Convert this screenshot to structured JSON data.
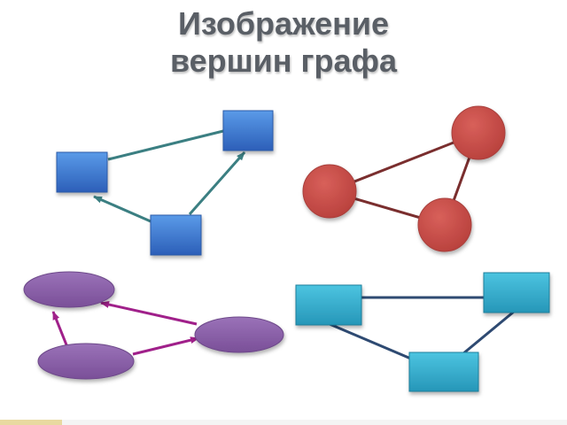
{
  "title": {
    "line1": "Изображение",
    "line2": "вершин графа"
  },
  "colors": {
    "blue_square": "#3a78d4",
    "teal_edge": "#3b7f82",
    "red_circle": "#c94f4b",
    "maroon_edge": "#7a2e2e",
    "purple_ellipse": "#8a5fa8",
    "magenta_edge": "#a0208a",
    "cyan_rect": "#35b0d0",
    "navy_edge": "#2e4a72"
  },
  "graphs": [
    {
      "name": "blue-square-graph",
      "vertex_shape": "square",
      "directed": true,
      "vertices": 3,
      "edges": 3
    },
    {
      "name": "red-circle-graph",
      "vertex_shape": "circle",
      "directed": false,
      "vertices": 3,
      "edges": 3
    },
    {
      "name": "purple-ellipse-graph",
      "vertex_shape": "ellipse",
      "directed": true,
      "vertices": 3,
      "edges": 3
    },
    {
      "name": "cyan-rectangle-graph",
      "vertex_shape": "rectangle",
      "directed": false,
      "vertices": 3,
      "edges": 3
    }
  ]
}
